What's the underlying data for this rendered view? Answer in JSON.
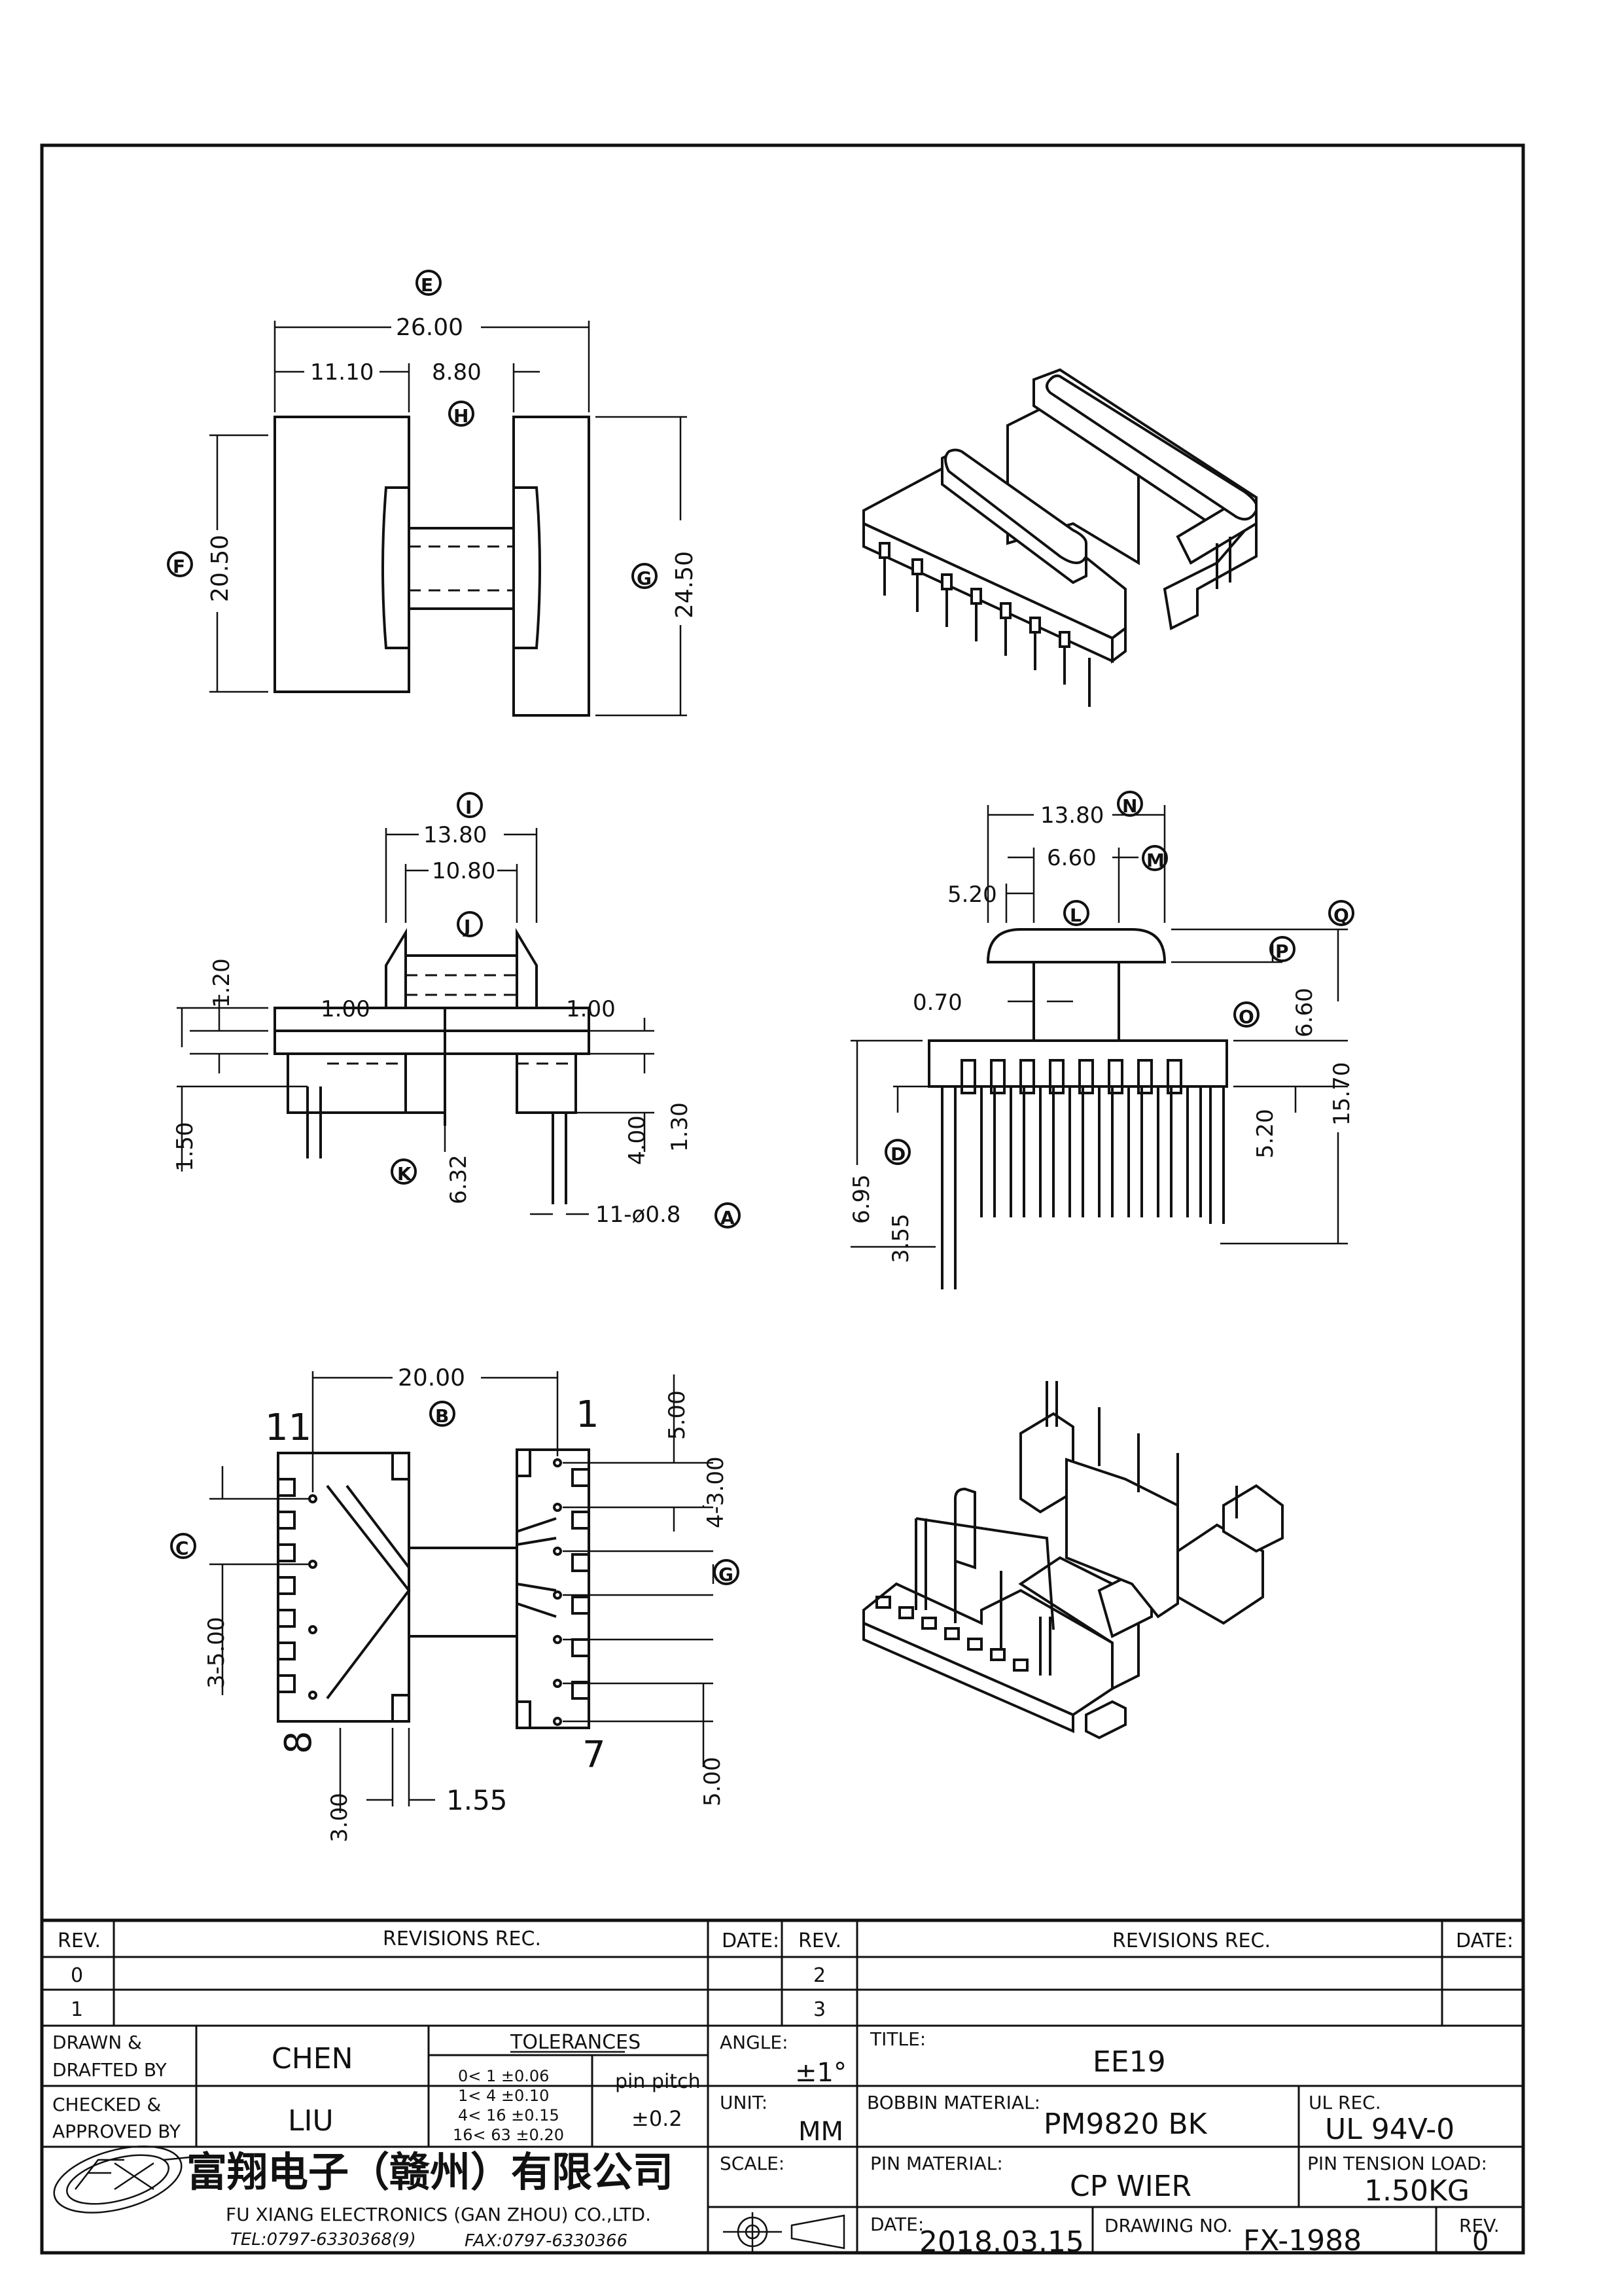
{
  "drawing": {
    "top_view": {
      "dims": {
        "overall_width": "26.00",
        "left_width": "11.10",
        "center_width": "8.80",
        "left_height": "20.50",
        "right_height": "24.50"
      },
      "labels": {
        "e": "E",
        "h": "H",
        "f": "F",
        "g": "G"
      }
    },
    "side_view": {
      "dims": {
        "top_width": "13.80",
        "inner_width": "10.80",
        "top_h": "1.20",
        "left_gap": "1.00",
        "right_gap": "1.00",
        "base_h": "1.50",
        "depth": "6.32",
        "right_h1": "4.00",
        "right_h2": "1.30",
        "pins": "11-ø0.8"
      },
      "labels": {
        "i": "I",
        "j": "J",
        "k": "K",
        "a": "A"
      }
    },
    "front_view": {
      "dims": {
        "width": "13.80",
        "inner": "6.60",
        "offset": "5.20",
        "wall": "0.70",
        "h_inner": "6.60",
        "h_total": "15.70",
        "h_base": "5.20",
        "pin_len": "6.95",
        "pin_short": "3.55"
      },
      "labels": {
        "n": "N",
        "m": "M",
        "l": "L",
        "p": "P",
        "q": "Q",
        "o": "O",
        "d": "D"
      }
    },
    "bottom_view": {
      "dims": {
        "pitch_span": "20.00",
        "row_top": "5.00",
        "row_pitch": "4-3.00",
        "left_pitch": "3-5.00",
        "left_edge": "3.00",
        "slot": "1.55",
        "row_bottom": "5.00"
      },
      "pins": {
        "p11": "11",
        "p1": "1",
        "p8": "8",
        "p7": "7"
      },
      "labels": {
        "b": "B",
        "c": "C",
        "g2": "G"
      }
    }
  },
  "revisions": {
    "head_rev": "REV.",
    "head_rec": "REVISIONS   REC.",
    "head_date": "DATE:",
    "rows_left": [
      "0",
      "1"
    ],
    "rows_right": [
      "2",
      "3"
    ]
  },
  "title_block": {
    "drawn_label": "DRAWN &\nDRAFTED BY",
    "drawn": "CHEN",
    "checked_label": "CHECKED &\nAPPROVED BY",
    "checked": "LIU",
    "tol_title": "TOLERANCES",
    "tol_rows": [
      "0<  1   ±0.06",
      "1<  4   ±0.10",
      "4<  16  ±0.15",
      "16<  63  ±0.20"
    ],
    "pin_pitch_label": "pin pitch",
    "pin_pitch": "±0.2",
    "angle_label": "ANGLE:",
    "angle": "±1°",
    "unit_label": "UNIT:",
    "unit": "MM",
    "scale_label": "SCALE:",
    "title_label": "TITLE:",
    "title": "EE19",
    "bobbin_label": "BOBBIN MATERIAL:",
    "bobbin": "PM9820 BK",
    "ul_label": "UL REC.",
    "ul": "UL 94V-0",
    "pin_mat_label": "PIN MATERIAL:",
    "pin_mat": "CP WIER",
    "tension_label": "PIN TENSION LOAD:",
    "tension": "1.50KG",
    "date_label": "DATE:",
    "date": "2018.03.15",
    "dwg_label": "DRAWING NO.",
    "dwg": "FX-1988",
    "rev_label": "REV.",
    "rev": "0",
    "company_cn": "富翔电子（赣州）有限公司",
    "company_en": "FU XIANG ELECTRONICS (GAN ZHOU) CO.,LTD.",
    "tel": "TEL:0797-6330368(9)",
    "fax": "FAX:0797-6330366"
  }
}
